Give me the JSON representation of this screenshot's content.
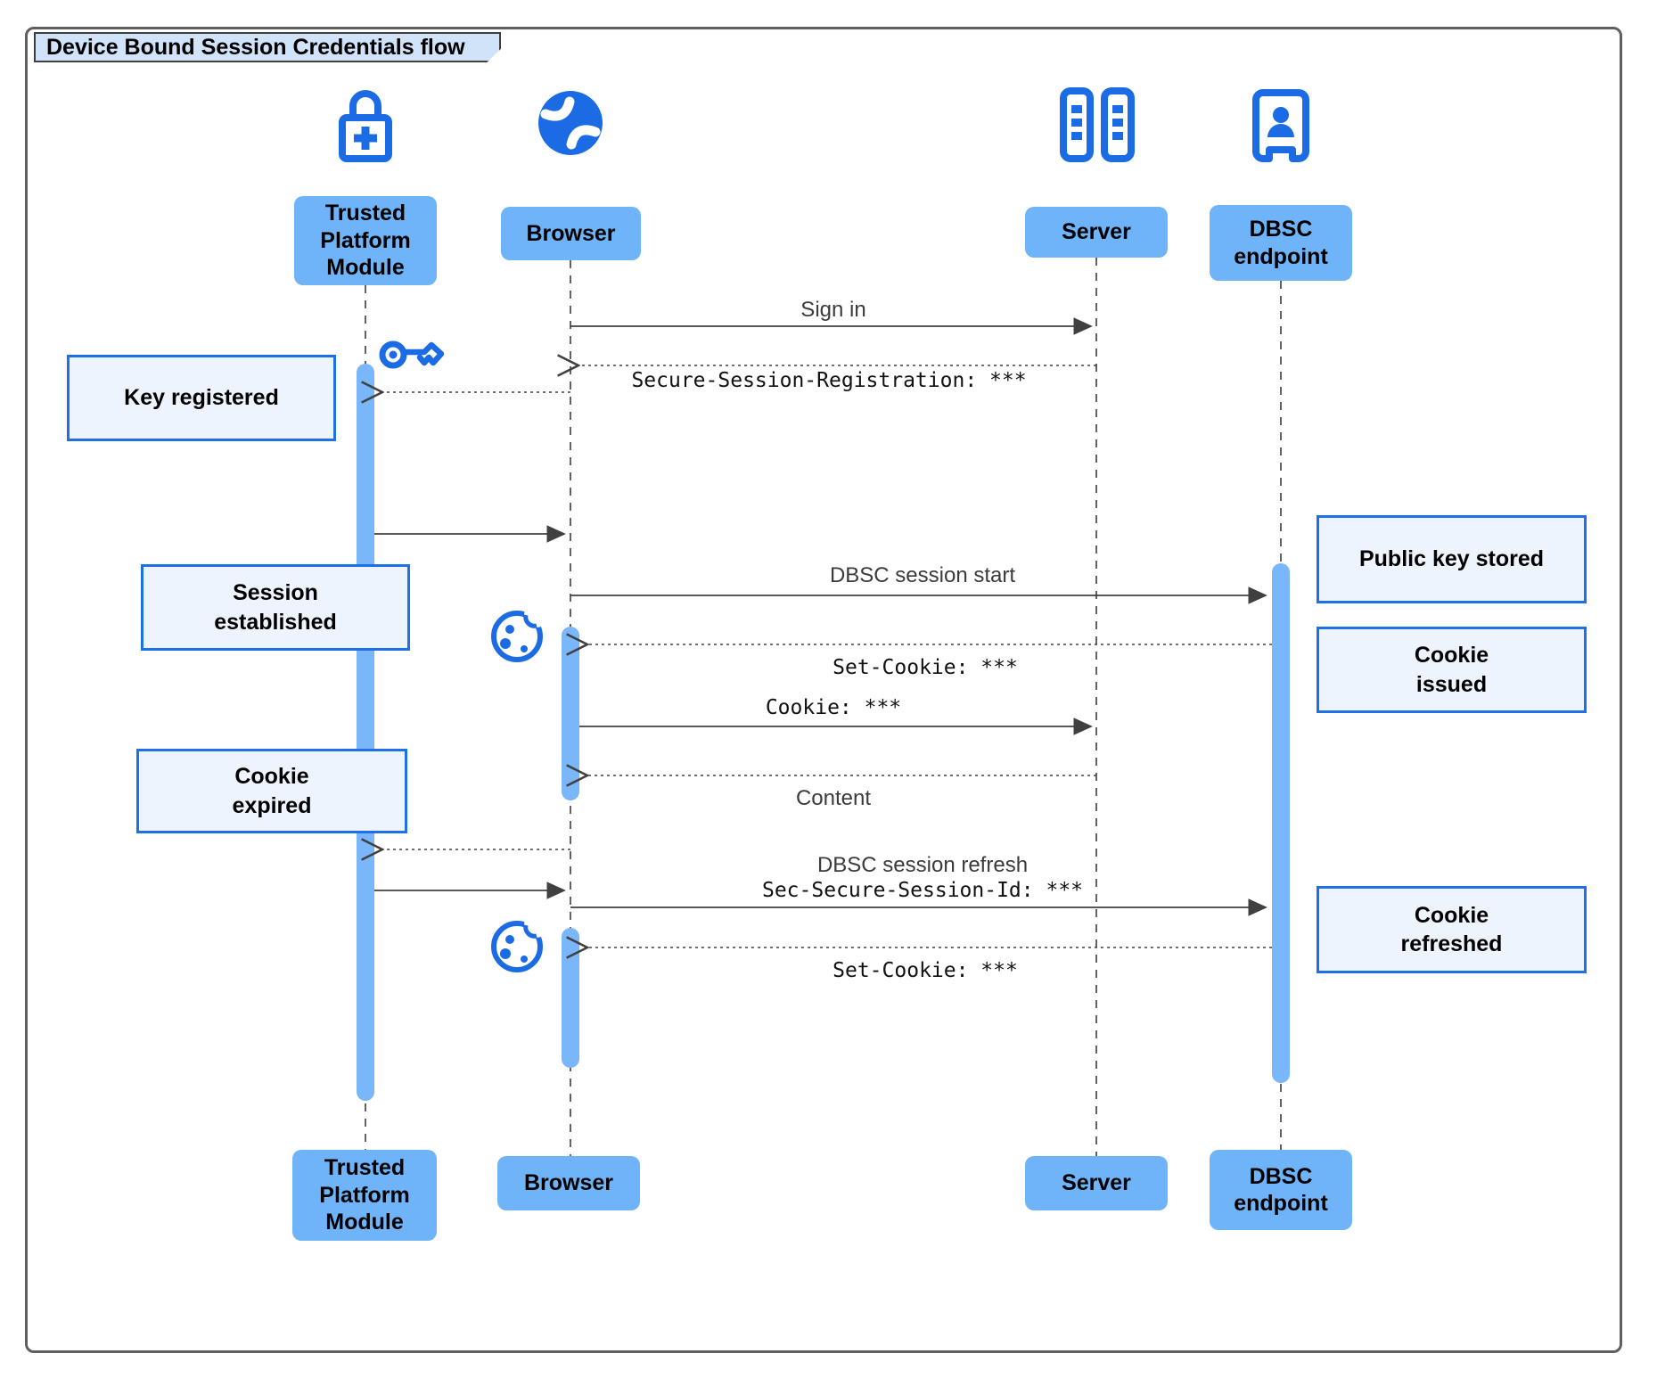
{
  "title": "Device Bound Session Credentials flow",
  "actors": {
    "tpm": "Trusted Platform Module",
    "browser": "Browser",
    "server": "Server",
    "dbsc": "DBSC endpoint"
  },
  "messages": {
    "sign_in": "Sign in",
    "registration": "Secure-Session-Registration: ***",
    "dbsc_session_start": "DBSC session start",
    "set_cookie_issued": "Set-Cookie: ***",
    "cookie_send": "Cookie: ***",
    "content": "Content",
    "dbsc_session_refresh": "DBSC session refresh",
    "secure_session_id": "Sec-Secure-Session-Id: ***",
    "set_cookie_refreshed": "Set-Cookie: ***"
  },
  "notes": {
    "key_registered": "Key registered",
    "session_established": "Session established",
    "cookie_expired": "Cookie expired",
    "public_key_stored": "Public key stored",
    "cookie_issued": "Cookie issued",
    "cookie_refreshed": "Cookie refreshed"
  },
  "icons": {
    "tpm": "lock-plus-icon",
    "browser": "globe-icon",
    "server": "server-racks-icon",
    "dbsc": "person-badge-icon",
    "key": "key-icon",
    "cookie": "cookie-icon"
  },
  "colors": {
    "actor_fill": "#6fb3f9",
    "activation_fill": "#79b7fa",
    "note_fill": "#edf4fd",
    "note_border": "#1d70e8",
    "icon_blue": "#1b6ce4",
    "line": "#404040",
    "title_fill": "#d0e3f9"
  }
}
